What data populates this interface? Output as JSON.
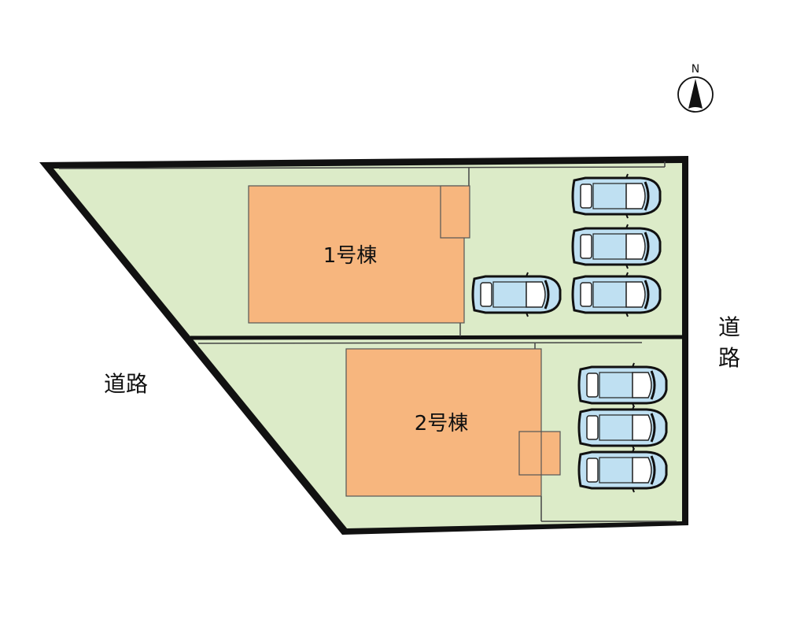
{
  "compass": {
    "label": "N",
    "icon": "north-arrow-icon"
  },
  "buildings": [
    {
      "label": "1号棟"
    },
    {
      "label": "2号棟"
    }
  ],
  "roads": {
    "west": "道路",
    "east_line1": "道",
    "east_line2": "路"
  },
  "parking": {
    "lot1_cars": 4,
    "lot2_cars": 3
  },
  "colors": {
    "lot": "#dcebc8",
    "building": "#f7b67e",
    "border": "#111111",
    "car_glass": "#bfe0f2"
  }
}
